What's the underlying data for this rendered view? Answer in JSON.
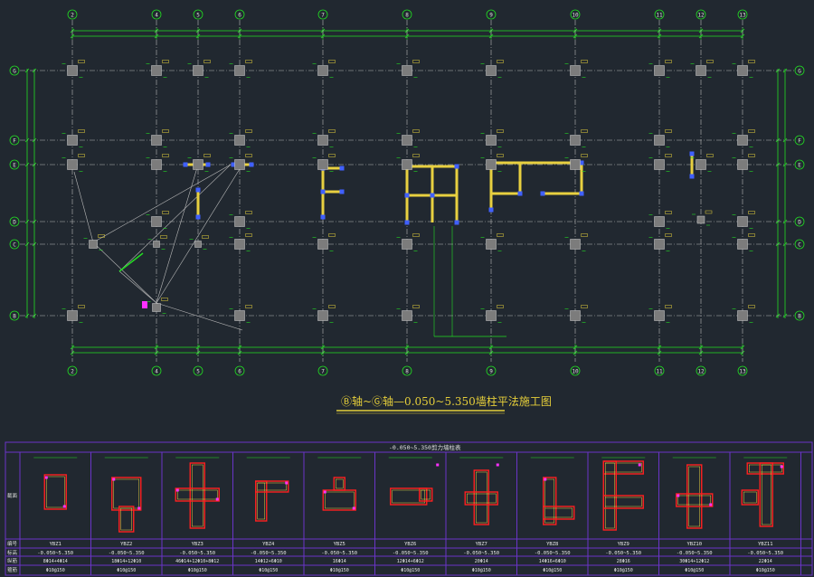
{
  "drawing": {
    "title": "Ⓑ轴~Ⓖ轴—0.050~5.350墙柱平法施工图",
    "table_title": "-0.050~5.350剪力墙柱表"
  },
  "axes": {
    "columns": [
      "2",
      "4",
      "5",
      "6",
      "7",
      "8",
      "9",
      "10",
      "11",
      "12",
      "13"
    ],
    "rows": [
      "G",
      "F",
      "E",
      "D",
      "C",
      "B"
    ]
  },
  "table": {
    "row_labels": [
      "截面",
      "编号",
      "标高",
      "纵筋",
      "箍筋"
    ],
    "columns": [
      {
        "id": "YBZ1",
        "elev": "-0.050~5.350",
        "bars": "8Φ14+4Φ14",
        "stirrup": "Φ10@150"
      },
      {
        "id": "YBZ2",
        "elev": "-0.050~5.350",
        "bars": "18Φ14+12Φ10",
        "stirrup": "Φ10@150"
      },
      {
        "id": "YBZ3",
        "elev": "-0.050~5.350",
        "bars": "46Φ14+12Φ10+8Φ12",
        "stirrup": "Φ10@150"
      },
      {
        "id": "YBZ4",
        "elev": "-0.050~5.350",
        "bars": "14Φ12+6Φ10",
        "stirrup": "Φ10@150"
      },
      {
        "id": "YBZ5",
        "elev": "-0.050~5.350",
        "bars": "16Φ14",
        "stirrup": "Φ10@150"
      },
      {
        "id": "YBZ6",
        "elev": "-0.050~5.350",
        "bars": "12Φ14+6Φ12",
        "stirrup": "Φ10@150"
      },
      {
        "id": "YBZ7",
        "elev": "-0.050~5.350",
        "bars": "20Φ14",
        "stirrup": "Φ10@150"
      },
      {
        "id": "YBZ8",
        "elev": "-0.050~5.350",
        "bars": "14Φ16+6Φ10",
        "stirrup": "Φ10@150"
      },
      {
        "id": "YBZ9",
        "elev": "-0.050~5.350",
        "bars": "28Φ16",
        "stirrup": "Φ10@150"
      },
      {
        "id": "YBZ10",
        "elev": "-0.050~5.350",
        "bars": "30Φ14+12Φ12",
        "stirrup": "Φ10@150"
      },
      {
        "id": "YBZ11",
        "elev": "-0.050~5.350",
        "bars": "22Φ14",
        "stirrup": "Φ10@150"
      }
    ]
  },
  "colors": {
    "background": "#212830",
    "grid_axis": "#b8b8b8",
    "dimension": "#22dd22",
    "column_fill": "#7c7c7c",
    "wall": "#e8d040",
    "wall_end": "#4060ff",
    "table_border": "#6a35c8",
    "rebar": "#ff2020",
    "accent": "#ff30ff",
    "title": "#e6cf3a"
  }
}
